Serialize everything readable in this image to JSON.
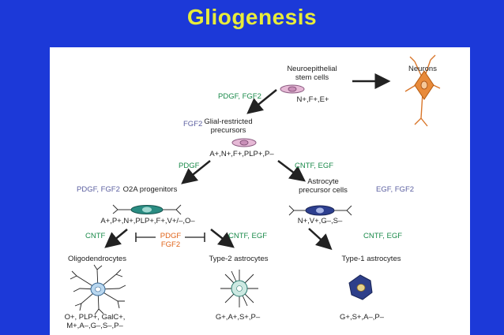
{
  "title": "Gliogenesis",
  "colors": {
    "background": "#1c39d8",
    "title": "#e8ec3a",
    "growth_factor_green": "#1a8a4a",
    "growth_factor_purple": "#5b5fa0",
    "growth_factor_orange": "#e0641a"
  },
  "nodes": {
    "neuroepithelial": {
      "name": "Neuroepithelial\nstem cells",
      "markers": "N+,F+,E+"
    },
    "neurons": {
      "name": "Neurons"
    },
    "glial_restricted": {
      "name": "Glial-restricted\nprecursors",
      "markers": "A+,N+,F+,PLP+,P–"
    },
    "o2a": {
      "name": "O2A progenitors",
      "markers": "A+,P+,N+,PLP+,F+,V+/–,O–"
    },
    "astrocyte_precursor": {
      "name": "Astrocyte\nprecursor cells",
      "markers": "N+,V+,G–,S–"
    },
    "oligodendrocytes": {
      "name": "Oligodendrocytes",
      "markers": "O+, PLP+, GalC+,\nM+,A–,G–,S–,P–"
    },
    "type2": {
      "name": "Type-2 astrocytes",
      "markers": "G+,A+,S+,P–"
    },
    "type1": {
      "name": "Type-1 astrocytes",
      "markers": "G+,S+,A–,P–"
    }
  },
  "factors": {
    "pdgf_fgf2_top": "PDGF, FGF2",
    "fgf2_left": "FGF2",
    "pdgf_mid": "PDGF",
    "cntf_egf_mid": "CNTF, EGF",
    "pdgf_fgf2_left": "PDGF, FGF2",
    "egf_fgf2_right": "EGF, FGF2",
    "cntf_left": "CNTF",
    "pdgf_fgf2_inhibit": "PDGF\nFGF2",
    "cntf_egf_type2": "CNTF, EGF",
    "cntf_egf_type1": "CNTF, EGF"
  }
}
